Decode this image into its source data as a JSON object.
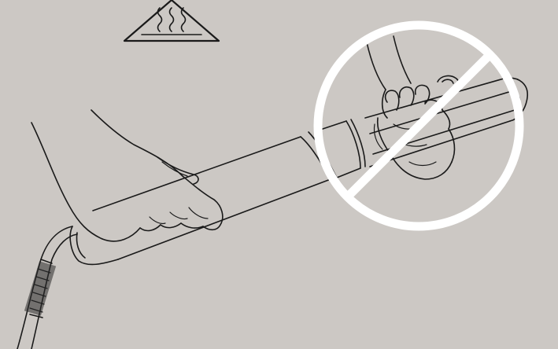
{
  "illustration": {
    "background_color": "#ccc8c4",
    "line_color": "#1a1a1a",
    "prohibition_color": "#ffffff",
    "warning_icon": "hot-surface-warning-icon",
    "prohibition_icon": "prohibition-circle-icon",
    "device": "curling-iron",
    "correct_grip": "handle-grip",
    "incorrect_grip": "barrel-grip"
  }
}
